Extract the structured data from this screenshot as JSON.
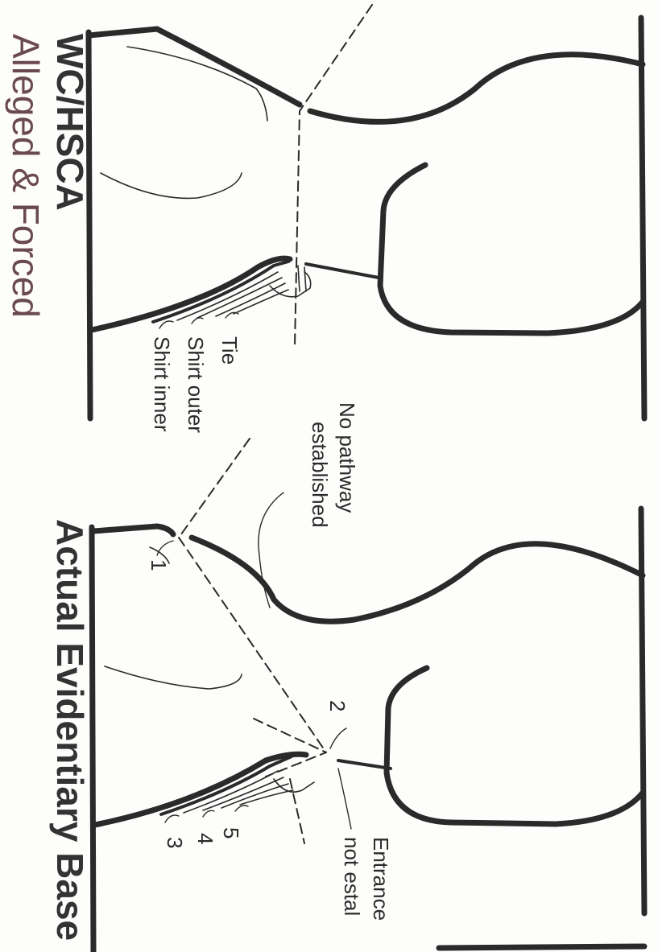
{
  "panels": {
    "top": {
      "title_line1": "WC/HSCA",
      "title_line2": "Alleged & Forced",
      "labels": {
        "tie": "Tie",
        "shirt_outer": "Shirt outer",
        "shirt_inner": "Shirt inner"
      }
    },
    "bottom": {
      "title": "Actual Evidentiary Base",
      "labels": {
        "no_pathway_line1": "No pathway",
        "no_pathway_line2": "established",
        "entrance_line1": "Entrance",
        "entrance_line2": "not estal",
        "n1": "1",
        "n2": "2",
        "n3": "3",
        "n4": "4",
        "n5": "5"
      }
    }
  },
  "colors": {
    "ink": "#2a2a2a",
    "title_red": "#6a4a50"
  }
}
